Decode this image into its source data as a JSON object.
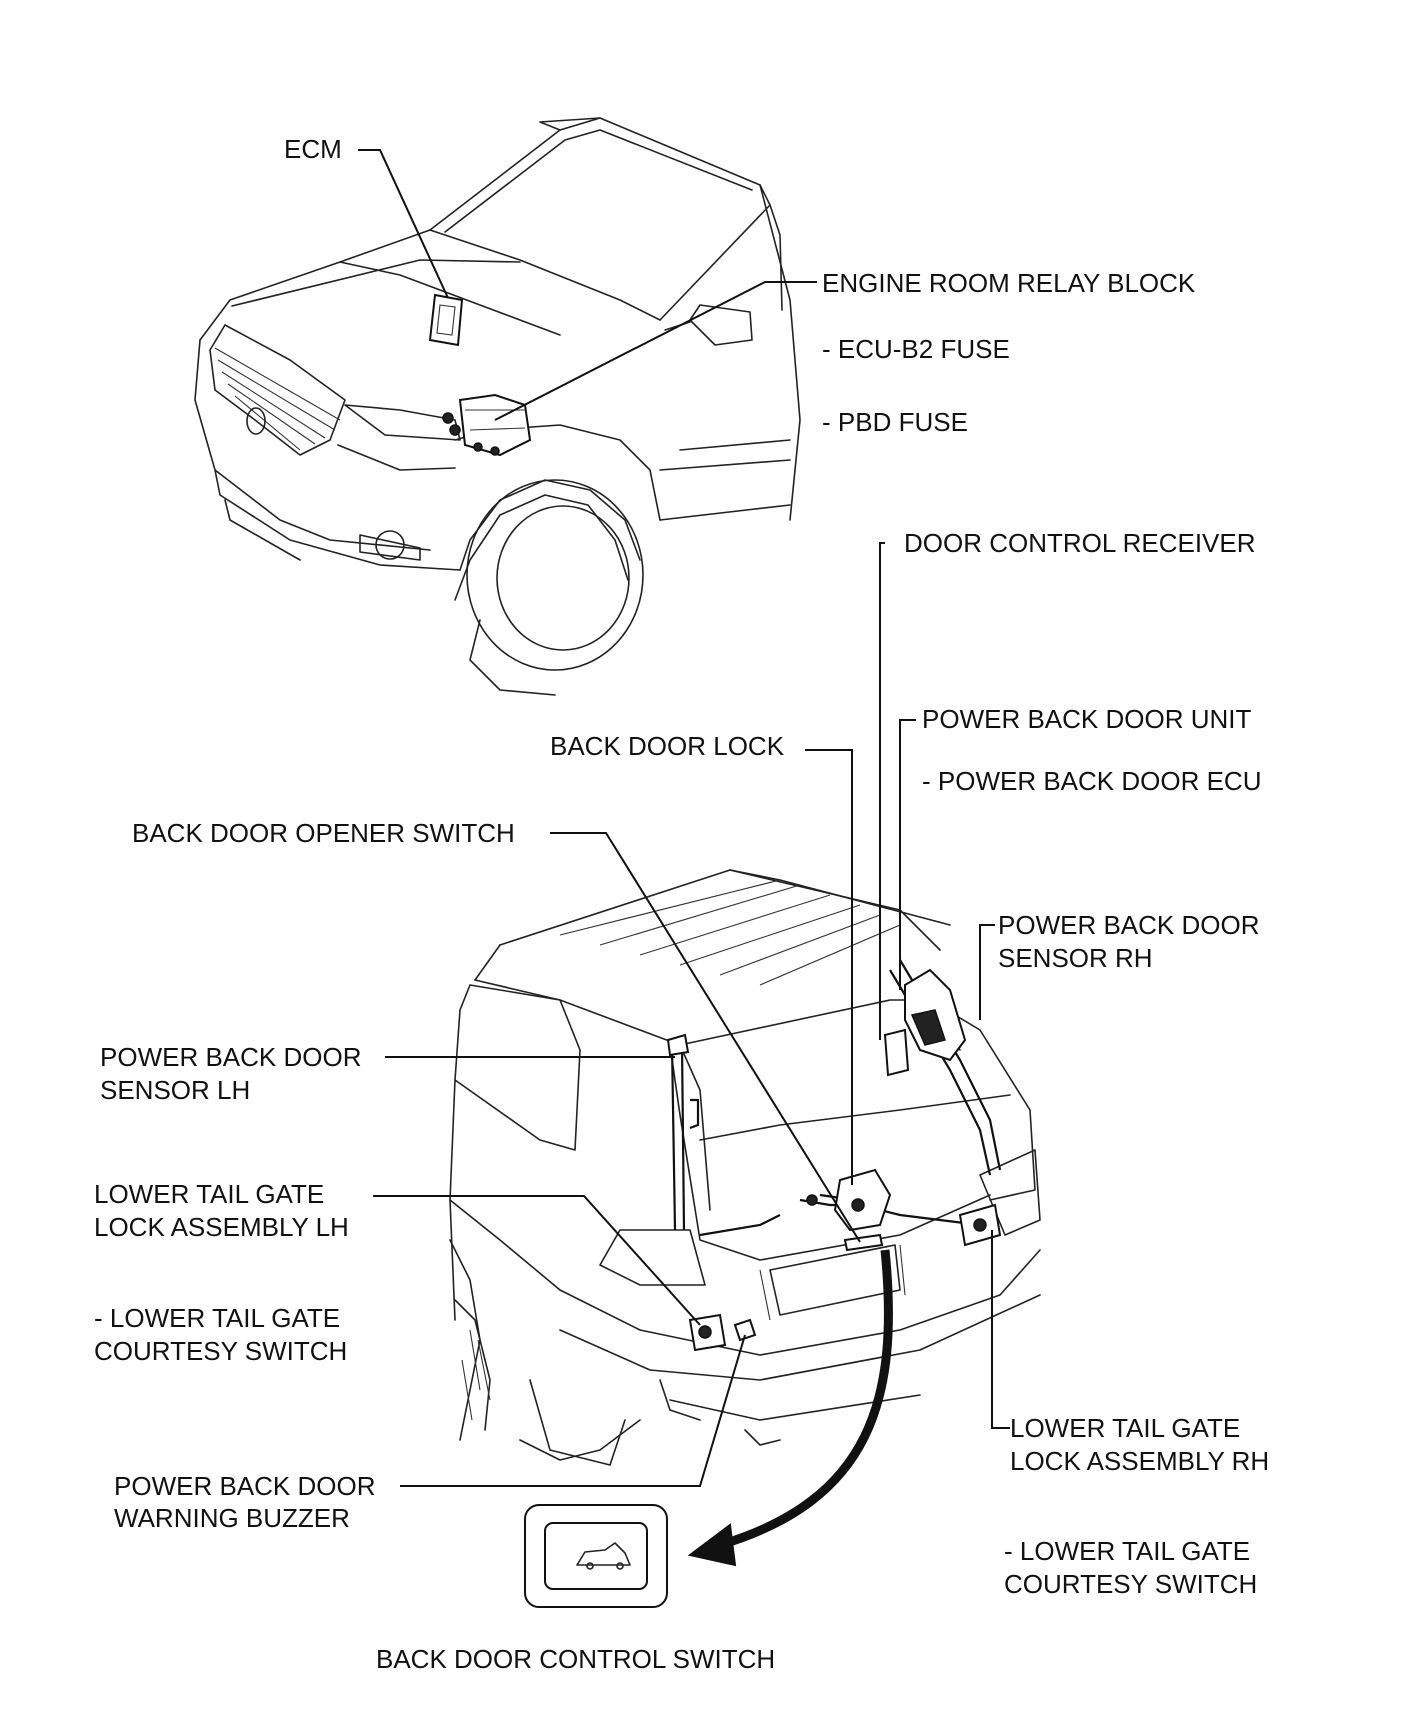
{
  "labels": {
    "ecm": "ECM",
    "engine_room_relay_block": "ENGINE ROOM RELAY BLOCK",
    "ecu_b2_fuse": "- ECU-B2 FUSE",
    "pbd_fuse": "- PBD FUSE",
    "door_control_receiver": "DOOR CONTROL RECEIVER",
    "power_back_door_unit": "POWER BACK DOOR UNIT",
    "power_back_door_ecu": "- POWER BACK DOOR ECU",
    "back_door_lock": "BACK DOOR LOCK",
    "back_door_opener_switch": "BACK DOOR OPENER SWITCH",
    "pbd_sensor_rh_line1": "POWER BACK DOOR",
    "pbd_sensor_rh_line2": "SENSOR RH",
    "pbd_sensor_lh_line1": "POWER BACK DOOR",
    "pbd_sensor_lh_line2": "SENSOR LH",
    "lower_tail_gate_lh_line1": "LOWER TAIL GATE",
    "lower_tail_gate_lh_line2": "LOCK ASSEMBLY LH",
    "courtesy_lh_line1": "- LOWER TAIL GATE",
    "courtesy_lh_line2": "COURTESY SWITCH",
    "buzzer_line1": "POWER BACK DOOR",
    "buzzer_line2": "WARNING BUZZER",
    "lower_tail_gate_rh_line1": "LOWER TAIL GATE",
    "lower_tail_gate_rh_line2": "LOCK ASSEMBLY RH",
    "courtesy_rh_line1": "- LOWER TAIL GATE",
    "courtesy_rh_line2": "COURTESY SWITCH",
    "back_door_control_switch": "BACK DOOR CONTROL SWITCH"
  },
  "icons": {
    "control_switch_symbol": "open-tailgate-car-icon"
  }
}
